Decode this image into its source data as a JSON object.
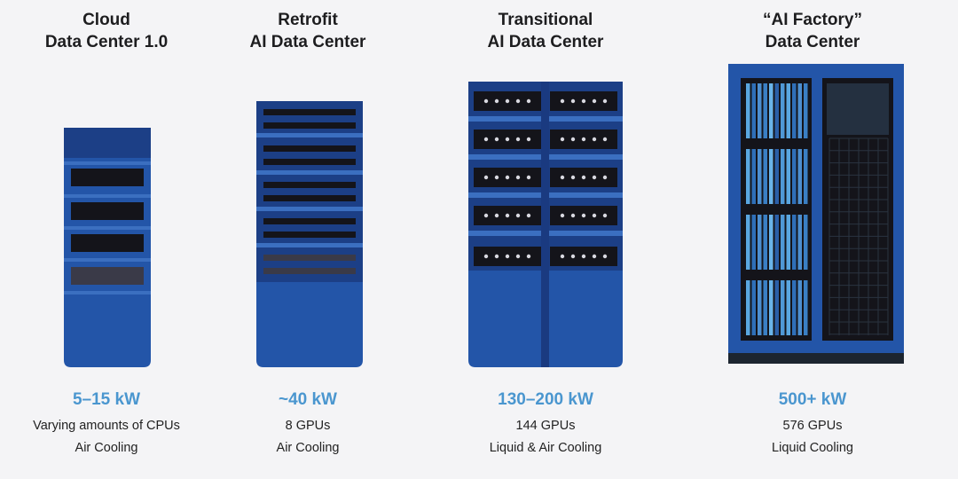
{
  "tiers": [
    {
      "title_line1": "Cloud",
      "title_line2": "Data Center 1.0",
      "power": "5–15 kW",
      "compute": "Varying amounts of CPUs",
      "cooling": "Air Cooling"
    },
    {
      "title_line1": "Retrofit",
      "title_line2": "AI Data Center",
      "power": "~40 kW",
      "compute": "8 GPUs",
      "cooling": "Air Cooling"
    },
    {
      "title_line1": "Transitional",
      "title_line2": "AI Data Center",
      "power": "130–200 kW",
      "compute": "144 GPUs",
      "cooling": "Liquid & Air Cooling"
    },
    {
      "title_line1": "“AI Factory”",
      "title_line2": "Data Center",
      "power": "500+ kW",
      "compute": "576 GPUs",
      "cooling": "Liquid Cooling"
    }
  ],
  "colors": {
    "rack_blue": "#2355a8",
    "rack_dark": "#1a3a80",
    "slot_black": "#14141a",
    "power_text": "#4a96cf"
  }
}
